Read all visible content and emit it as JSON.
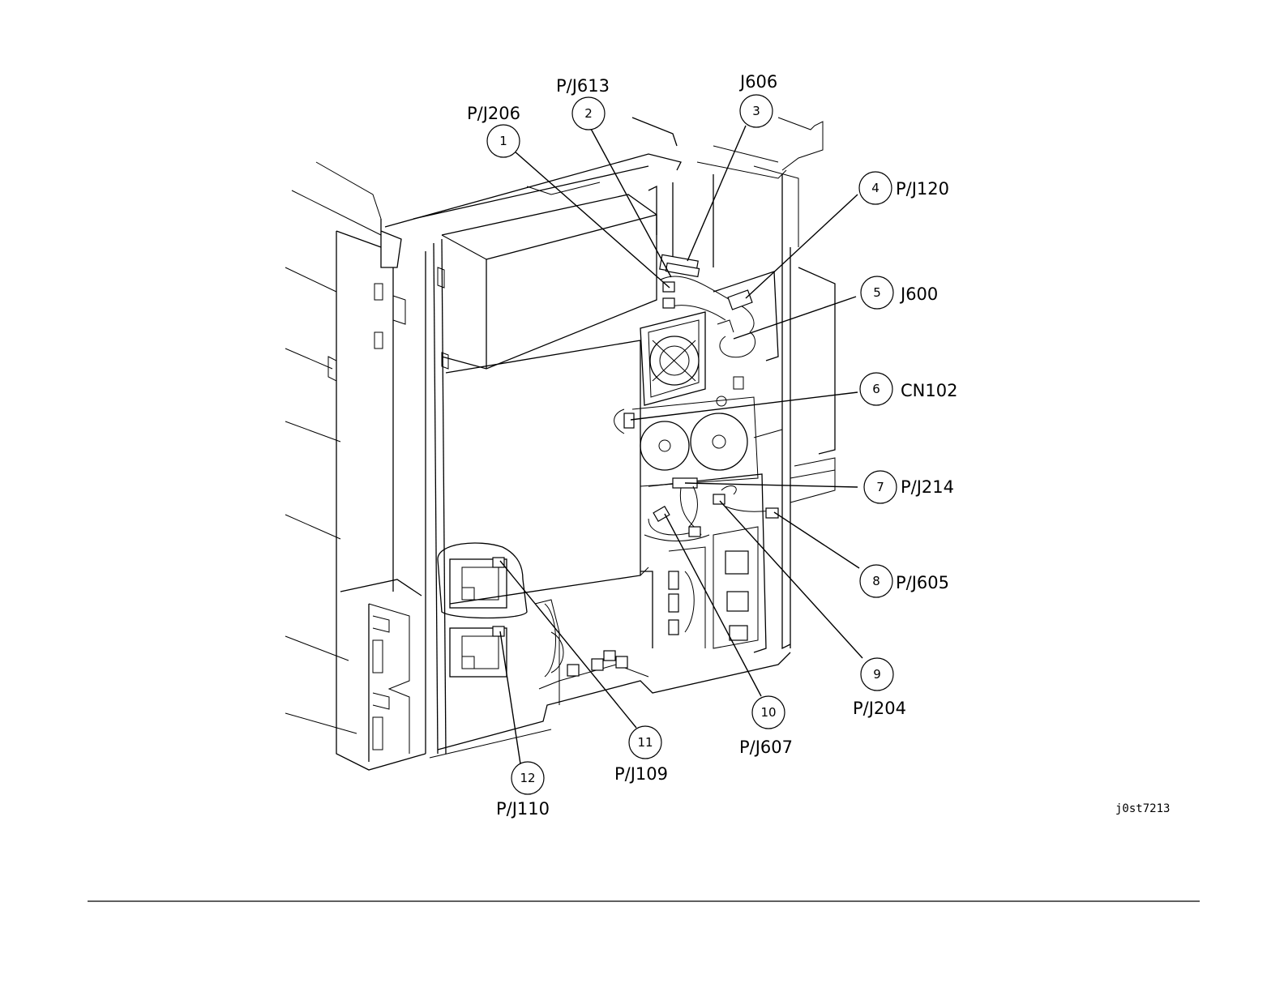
{
  "figure_id": "j0st7213",
  "callouts": [
    {
      "number": "1",
      "label": "P/J206"
    },
    {
      "number": "2",
      "label": "P/J613"
    },
    {
      "number": "3",
      "label": "J606"
    },
    {
      "number": "4",
      "label": "P/J120"
    },
    {
      "number": "5",
      "label": "J600"
    },
    {
      "number": "6",
      "label": "CN102"
    },
    {
      "number": "7",
      "label": "P/J214"
    },
    {
      "number": "8",
      "label": "P/J605"
    },
    {
      "number": "9",
      "label": "P/J204"
    },
    {
      "number": "10",
      "label": "P/J607"
    },
    {
      "number": "11",
      "label": "P/J109"
    },
    {
      "number": "12",
      "label": "P/J110"
    }
  ]
}
